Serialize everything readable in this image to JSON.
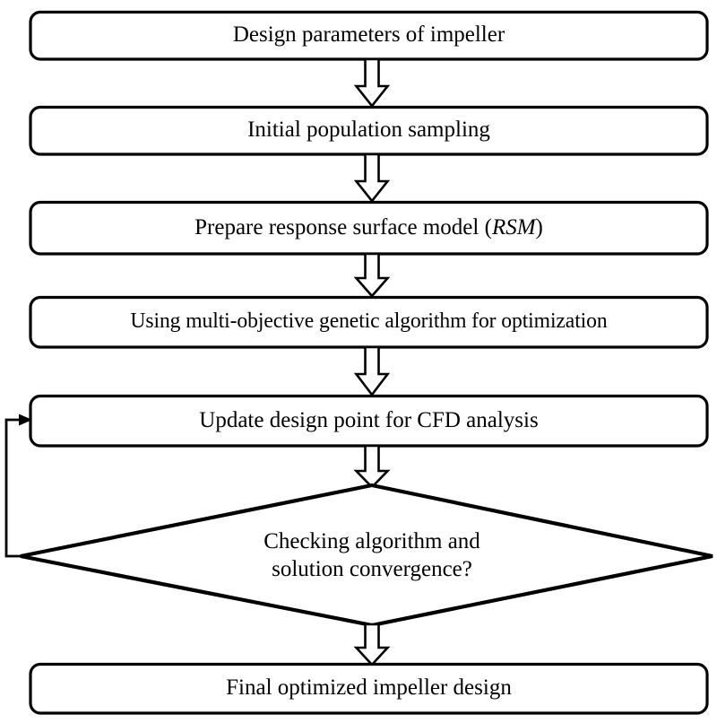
{
  "diagram": {
    "title": "Impeller multi-objective optimization flowchart",
    "type": "flowchart",
    "background_color": "#ffffff",
    "line_color": "#000000",
    "fill_color": "#ffffff",
    "nodes": [
      {
        "id": "design-parameters",
        "shape": "rounded-rectangle",
        "label": "Design parameters of impeller"
      },
      {
        "id": "initial-population",
        "shape": "rounded-rectangle",
        "label": "Initial population sampling"
      },
      {
        "id": "response-surface",
        "shape": "rounded-rectangle",
        "label_prefix": "Prepare response surface model (",
        "label_italic": "RSM",
        "label_suffix": ")",
        "label": "Prepare response surface model (RSM)"
      },
      {
        "id": "genetic-algorithm",
        "shape": "rounded-rectangle",
        "label": "Using multi-objective genetic algorithm for  optimization"
      },
      {
        "id": "update-design-point",
        "shape": "rounded-rectangle",
        "label": "Update design point for CFD analysis"
      },
      {
        "id": "convergence-check",
        "shape": "diamond",
        "label_line1": "Checking algorithm and",
        "label_line2": "solution convergence?",
        "label": "Checking algorithm and\nsolution convergence?"
      },
      {
        "id": "final-design",
        "shape": "rounded-rectangle",
        "label": "Final optimized impeller design"
      }
    ],
    "connectors": [
      {
        "id": "arrow-1",
        "from": "design-parameters",
        "to": "initial-population",
        "style": "hollow-block-arrow",
        "direction": "down"
      },
      {
        "id": "arrow-2",
        "from": "initial-population",
        "to": "response-surface",
        "style": "hollow-block-arrow",
        "direction": "down"
      },
      {
        "id": "arrow-3",
        "from": "response-surface",
        "to": "genetic-algorithm",
        "style": "hollow-block-arrow",
        "direction": "down"
      },
      {
        "id": "arrow-4",
        "from": "genetic-algorithm",
        "to": "update-design-point",
        "style": "hollow-block-arrow",
        "direction": "down"
      },
      {
        "id": "arrow-5",
        "from": "update-design-point",
        "to": "convergence-check",
        "style": "hollow-block-arrow",
        "direction": "down"
      },
      {
        "id": "arrow-6",
        "from": "convergence-check",
        "to": "final-design",
        "style": "hollow-block-arrow",
        "direction": "down"
      },
      {
        "id": "feedback-loop",
        "from": "convergence-check",
        "to": "update-design-point",
        "style": "line-with-solid-arrowhead",
        "direction": "left-up-right"
      }
    ]
  }
}
